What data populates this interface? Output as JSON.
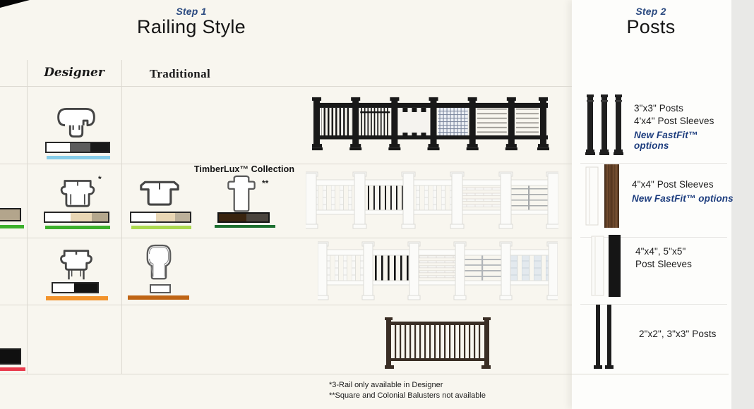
{
  "header": {
    "step1_label": "Step 1",
    "step1_title": "Railing Style",
    "step2_label": "Step 2",
    "step2_title": "Posts"
  },
  "columns": {
    "designer": "Designer",
    "traditional": "Traditional"
  },
  "timberlux_label": "TimberLux™ Collection",
  "colors": {
    "accent_blue": "#1d3d7e",
    "step_blue": "#2b4a80",
    "row1_underline": "#87cde9",
    "row2_designer_underline": "#3cb02c",
    "row2_traditional_underline": "#abd94f",
    "row2_timberlux_underline": "#1d7030",
    "row3_designer_underline": "#f2932c",
    "row3_traditional_underline": "#bf6414",
    "left_row2_underline": "#3cb02c",
    "left_row4_underline": "#e93b4c"
  },
  "rows": [
    {
      "designer": {
        "marker": "",
        "swatches": [
          "#ffffff",
          "#5c5c5c",
          "#191919"
        ]
      },
      "posts": {
        "line1": "3\"x3\" Posts",
        "line2": "4'x4\" Post Sleeves",
        "highlight": "New FastFit™ options"
      }
    },
    {
      "designer": {
        "marker": "*",
        "swatches": [
          "#ffffff",
          "#e9d6b4",
          "#b4a78d"
        ]
      },
      "traditional_a": {
        "swatches": [
          "#ffffff",
          "#e9d6b4",
          "#bcb09a"
        ]
      },
      "traditional_b": {
        "marker": "**",
        "swatches": [
          "#39240f",
          "#4a443d"
        ]
      },
      "posts": {
        "line1": "4\"x4\" Post Sleeves",
        "line2": "",
        "highlight": "New FastFit™ options"
      }
    },
    {
      "designer": {
        "marker": "",
        "swatches": [
          "#ffffff",
          "#141414"
        ]
      },
      "posts": {
        "line1": "4\"x4\", 5\"x5\"",
        "line2": "Post Sleeves",
        "highlight": ""
      }
    },
    {
      "posts": {
        "line1": "2\"x2\", 3\"x3\" Posts",
        "line2": "",
        "highlight": ""
      }
    }
  ],
  "left_column": {
    "row2_swatch": "#b3a58c",
    "row4_swatch": "#101010"
  },
  "footnotes": {
    "note1": "*3-Rail only available in Designer",
    "note2": "**Square and Colonial Balusters not available"
  }
}
